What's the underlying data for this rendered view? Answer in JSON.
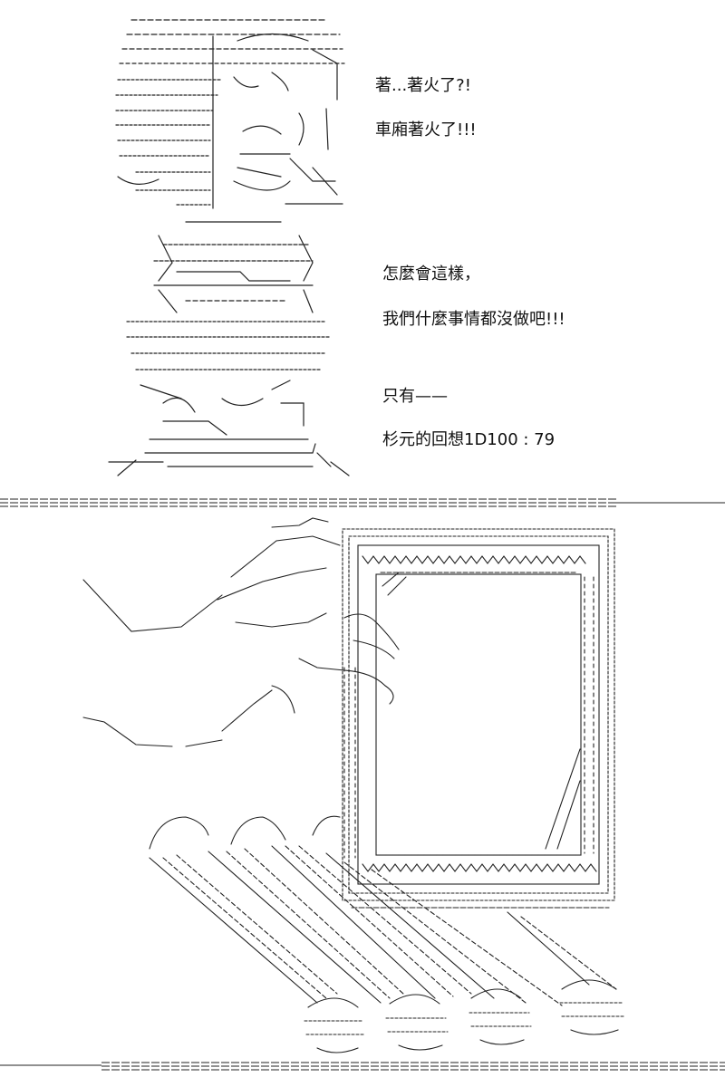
{
  "panel_top": {
    "lines_speaker_1": [
      "著...著火了?!",
      "車廂著火了!!!"
    ],
    "lines_speaker_2": [
      "怎麼會這樣，",
      "我們什麼事情都沒做吧!!!"
    ],
    "narration": [
      "只有——",
      "杉元的回想1D100 : 79"
    ]
  },
  "colors": {
    "ink": "#111111",
    "paper": "#ffffff"
  }
}
